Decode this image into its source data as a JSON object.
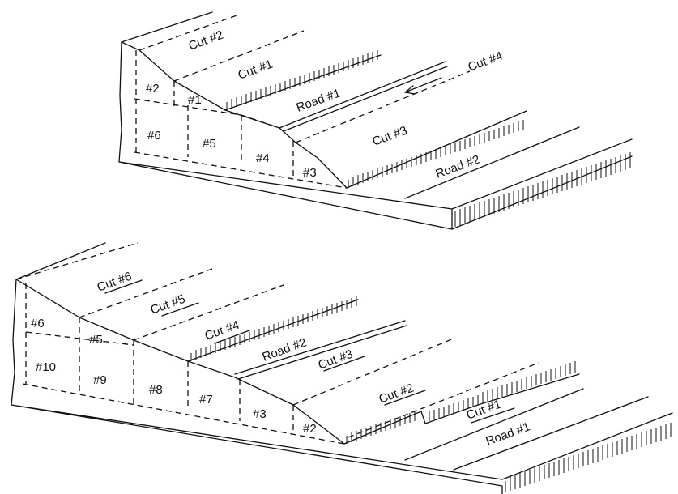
{
  "figure_top": {
    "blocks": [
      "#2",
      "#1",
      "#6",
      "#5",
      "#4",
      "#3"
    ],
    "cuts": [
      "Cut #2",
      "Cut #1",
      "Cut #4",
      "Cut #3"
    ],
    "roads": [
      "Road #1",
      "Road #2"
    ]
  },
  "figure_bottom": {
    "blocks": [
      "#6",
      "#5",
      "#10",
      "#9",
      "#8",
      "#7",
      "#3",
      "#2"
    ],
    "cuts": [
      "Cut #6",
      "Cut #5",
      "Cut #4",
      "Cut #3",
      "Cut #2",
      "Cut #1"
    ],
    "roads": [
      "Road #2",
      "Road #1"
    ]
  }
}
